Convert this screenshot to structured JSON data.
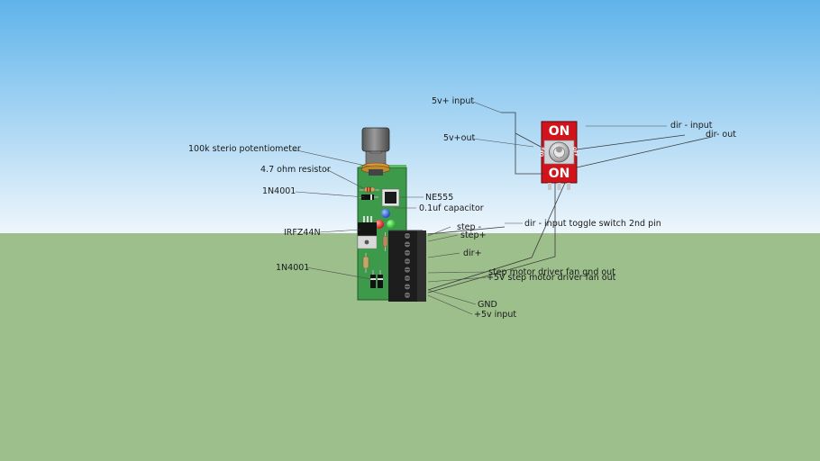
{
  "labels": {
    "input_5v_plus": "5v+ input",
    "out_5v_plus": "5v+out",
    "dir_minus_input": "dir - input",
    "dir_minus_out": "dir- out",
    "pot": "100k sterio potentiometer",
    "resistor": "4.7 ohm resistor",
    "diode_top": "1N4001",
    "ne555": "NE555",
    "capacitor": "0.1uf capacitor",
    "step_minus": "step -",
    "step_plus": "step+",
    "toggle_pin": "dir - input toggle switch 2nd pin",
    "mosfet": "IRFZ44N",
    "dir_plus": "dir+",
    "diode_bottom": "1N4001",
    "fan_gnd": "step motor driver fan gnd out",
    "fan_5v": "+5V step motor driver fan out",
    "gnd": "GND",
    "input_5v": "+5v input"
  },
  "switch": {
    "on_top": "ON",
    "on_bottom": "ON",
    "off_left": "OFF",
    "off_right": "OFF"
  },
  "colors": {
    "sky_top": "#5fb3ea",
    "sky_bottom": "#eef6fc",
    "ground": "#9cbf8c",
    "pcb": "#3d9a4a",
    "terminal": "#1d1d1d",
    "switch_red": "#d1141c"
  }
}
